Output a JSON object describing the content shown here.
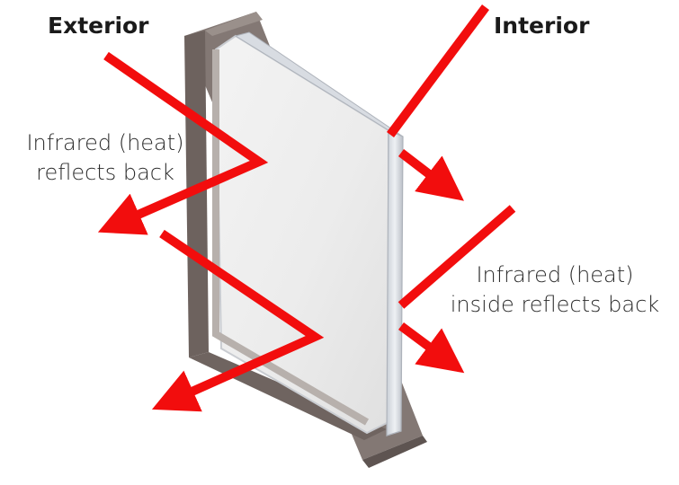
{
  "labels": {
    "exterior": "Exterior",
    "interior": "Interior",
    "exterior_note": [
      "Infrared (heat)",
      "reflects back"
    ],
    "interior_note": [
      "Infrared (heat)",
      "inside reflects back"
    ]
  },
  "colors": {
    "arrow": "#f20d0d",
    "frame_dark": "#7a6f6b",
    "frame_light": "#a59c97",
    "glass": "#eeeeee",
    "edge": "#d4d8df",
    "text": "#1a1a1a",
    "background": "#ffffff"
  }
}
